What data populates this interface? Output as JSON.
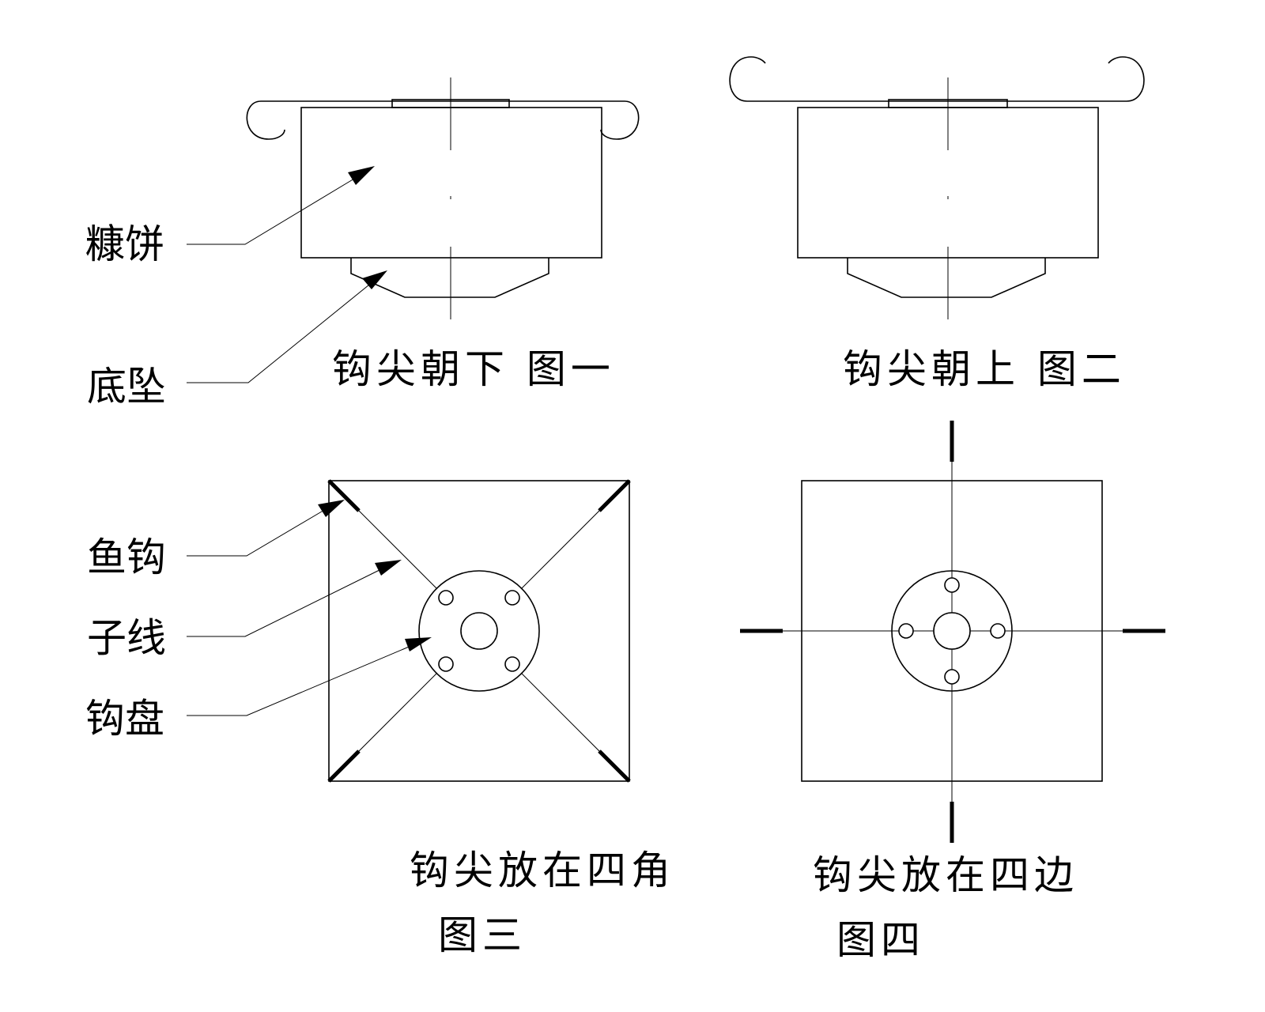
{
  "labels": {
    "bait_cake": "糠饼",
    "base_weight": "底坠",
    "fish_hook": "鱼钩",
    "sub_line": "子线",
    "hook_plate": "钩盘"
  },
  "captions": {
    "fig1": "钩尖朝下 图一",
    "fig2": "钩尖朝上 图二",
    "fig3_line1": "钩尖放在四角",
    "fig3_line2": "图三",
    "fig4_line1": "钩尖放在四边",
    "fig4_line2": "图四"
  }
}
